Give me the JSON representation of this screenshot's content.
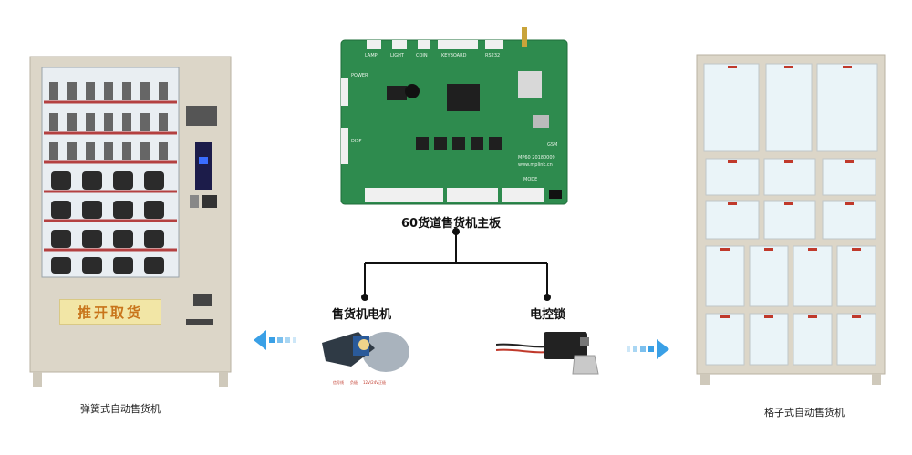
{
  "board": {
    "title": "60货道售货机主板",
    "silk": {
      "top_labels": [
        "LAMP",
        "LIGHT",
        "COIN",
        "KEYBOARD",
        "RS232"
      ],
      "model_line1": "MP60 20180009",
      "model_line2": "www.mplink.cn",
      "mode": "MODE",
      "power": "POWER",
      "disp": "DISP",
      "gsm": "GSM"
    },
    "color": "#2e8b4e"
  },
  "components": {
    "motor": {
      "label": "售货机电机",
      "tags": [
        "信号线",
        "负极",
        "12V/24V正极"
      ]
    },
    "lock": {
      "label": "电控锁"
    }
  },
  "machines": {
    "spring": {
      "caption": "弹簧式自动售货机",
      "push_sign": "推开取货"
    },
    "grid": {
      "caption": "格子式自动售货机"
    }
  },
  "colors": {
    "arrow": "#3aa0e6",
    "cabinet": "#dcd6c8",
    "connector": "#111111",
    "sign_bg": "#f2e6a6",
    "sign_text": "#c8741a"
  }
}
